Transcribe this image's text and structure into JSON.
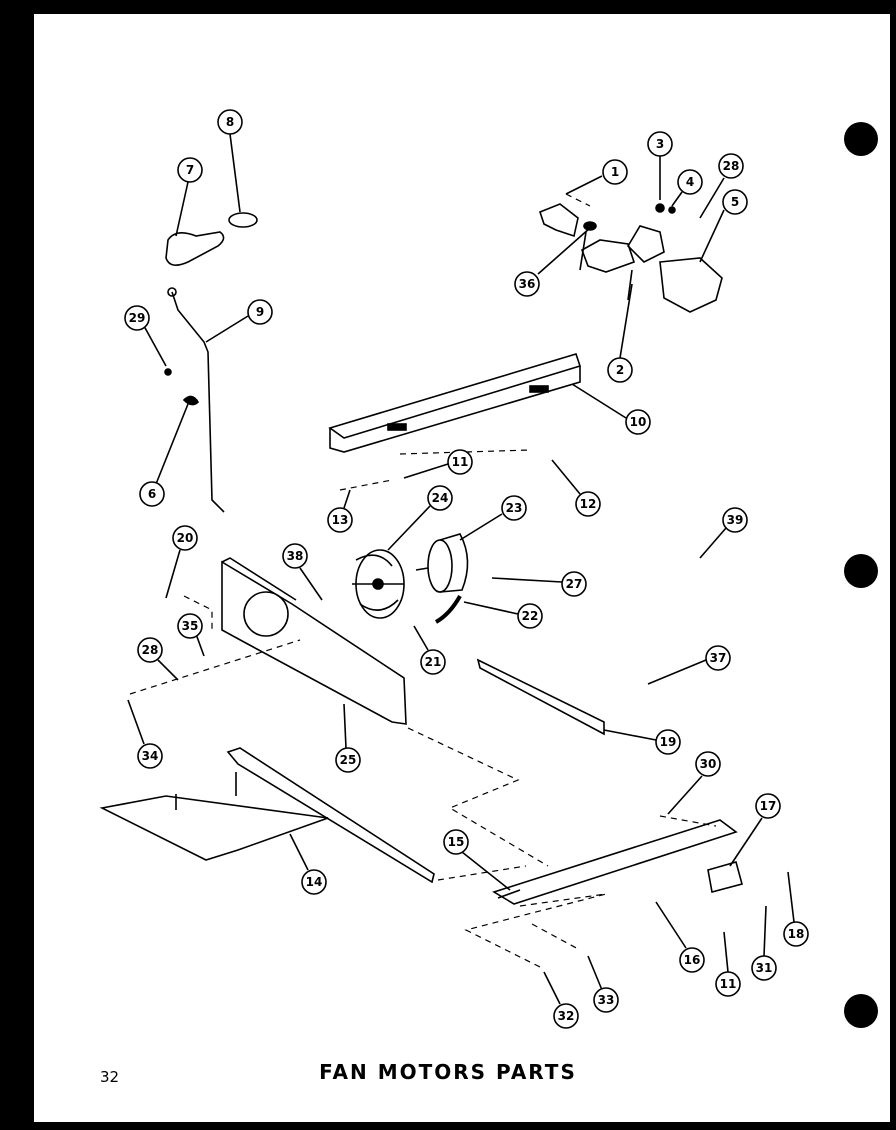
{
  "page_number": "32",
  "title": "FAN MOTORS PARTS",
  "callouts": [
    "1",
    "2",
    "3",
    "4",
    "28",
    "5",
    "36",
    "7",
    "8",
    "9",
    "29",
    "6",
    "10",
    "11",
    "12",
    "13",
    "24",
    "23",
    "38",
    "20",
    "27",
    "22",
    "35",
    "21",
    "28",
    "37",
    "34",
    "25",
    "19",
    "30",
    "17",
    "15",
    "14",
    "16",
    "11",
    "31",
    "18",
    "33",
    "32",
    "39"
  ]
}
